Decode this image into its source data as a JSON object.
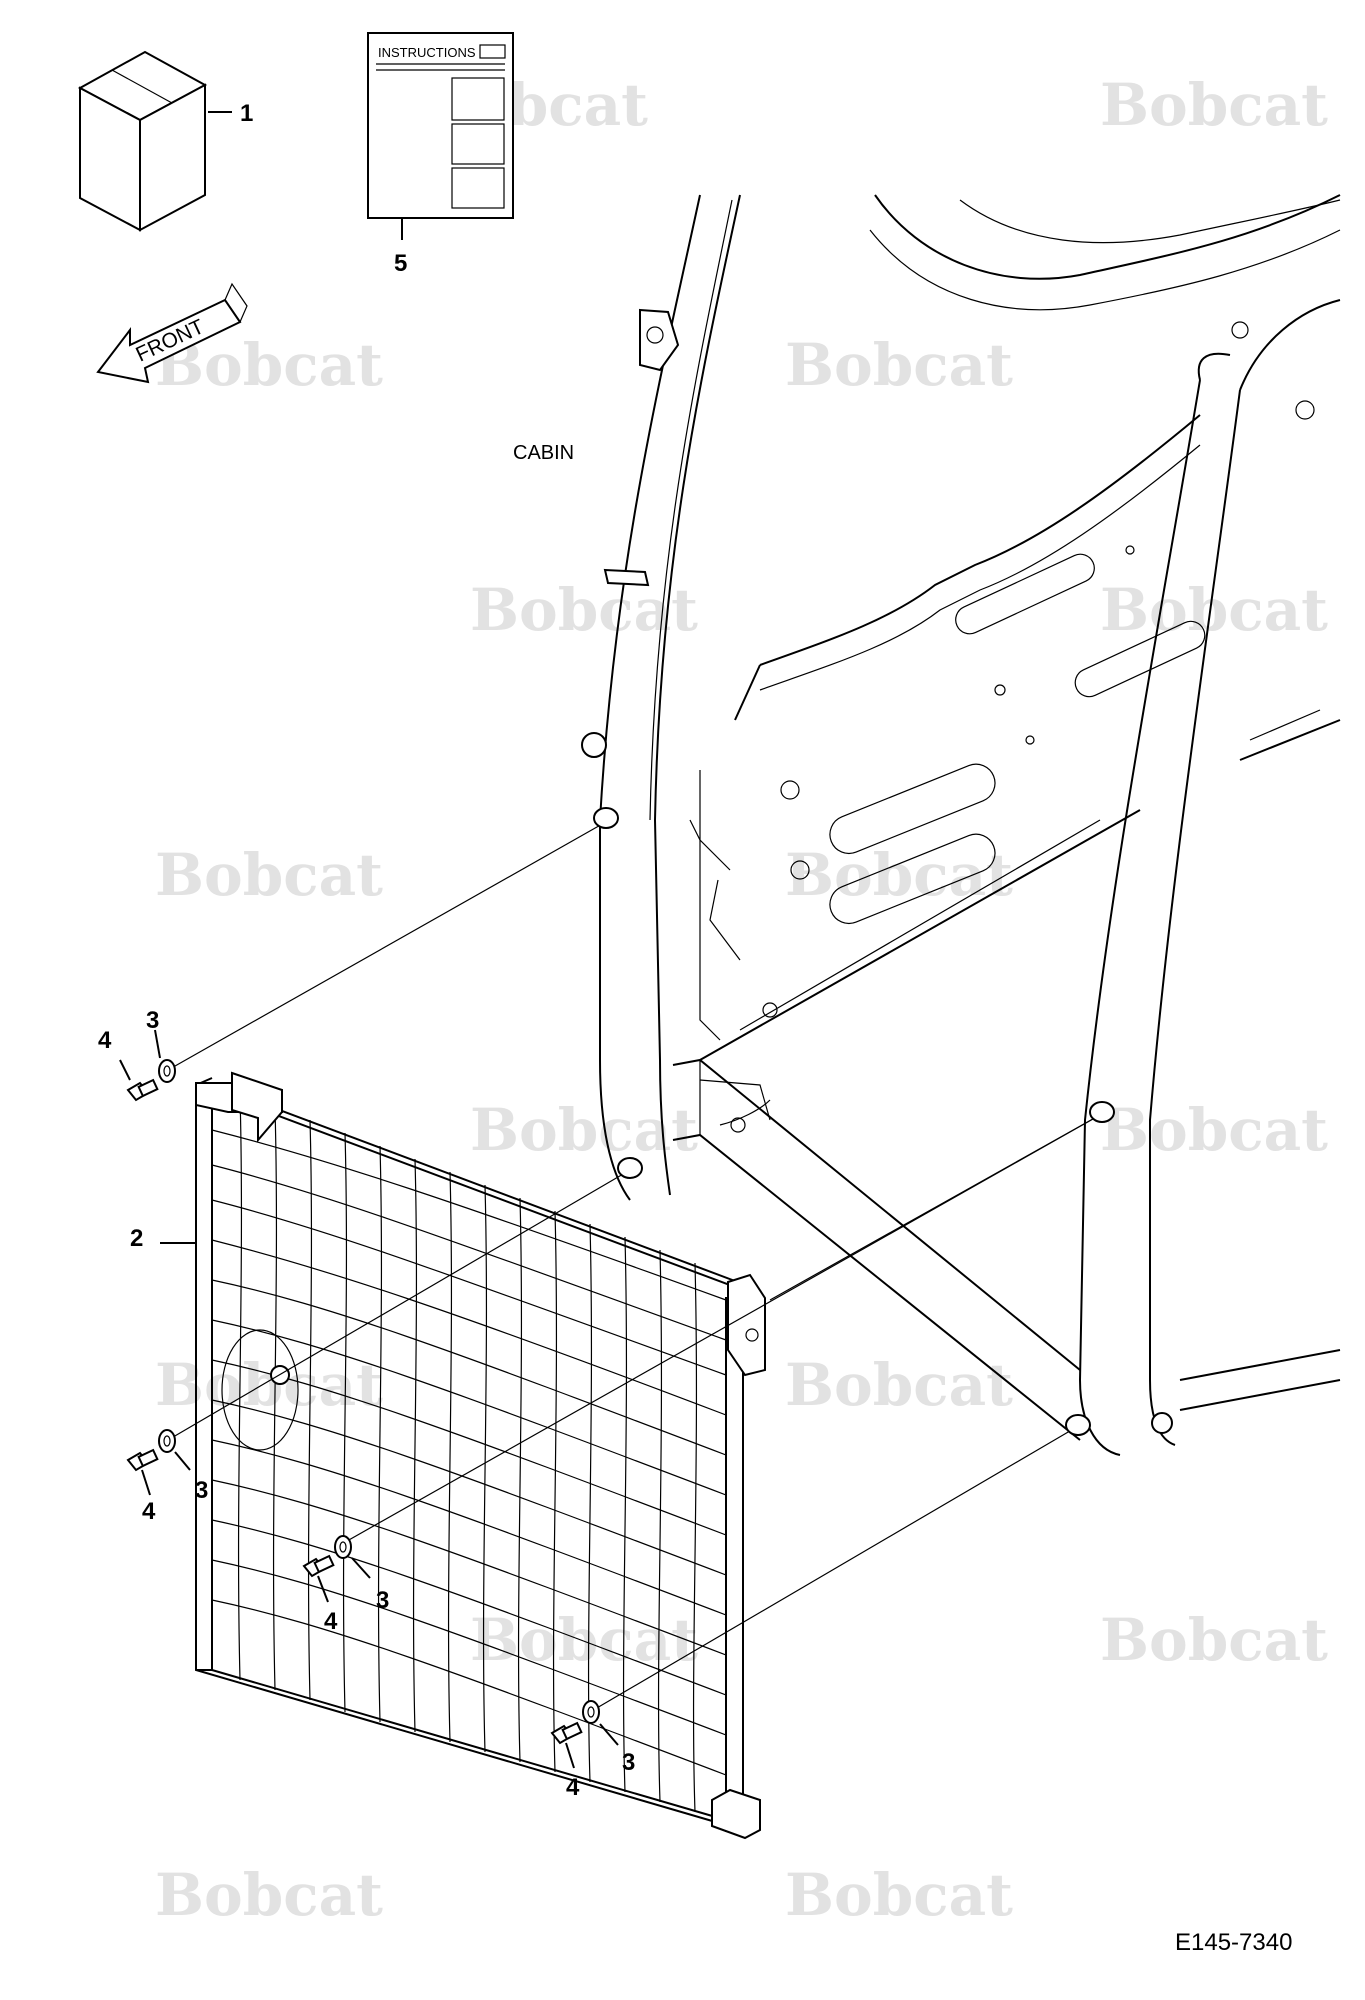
{
  "watermark": {
    "text": "Bobcat"
  },
  "labels": {
    "instructions": "INSTRUCTIONS",
    "front": "FRONT",
    "cabin": "CABIN",
    "figure_code": "E145-7340"
  },
  "callouts": {
    "item1": "1",
    "item2": "2",
    "item3_a": "3",
    "item3_b": "3",
    "item3_c": "3",
    "item3_d": "3",
    "item4_a": "4",
    "item4_b": "4",
    "item4_c": "4",
    "item4_d": "4",
    "item5": "5"
  }
}
